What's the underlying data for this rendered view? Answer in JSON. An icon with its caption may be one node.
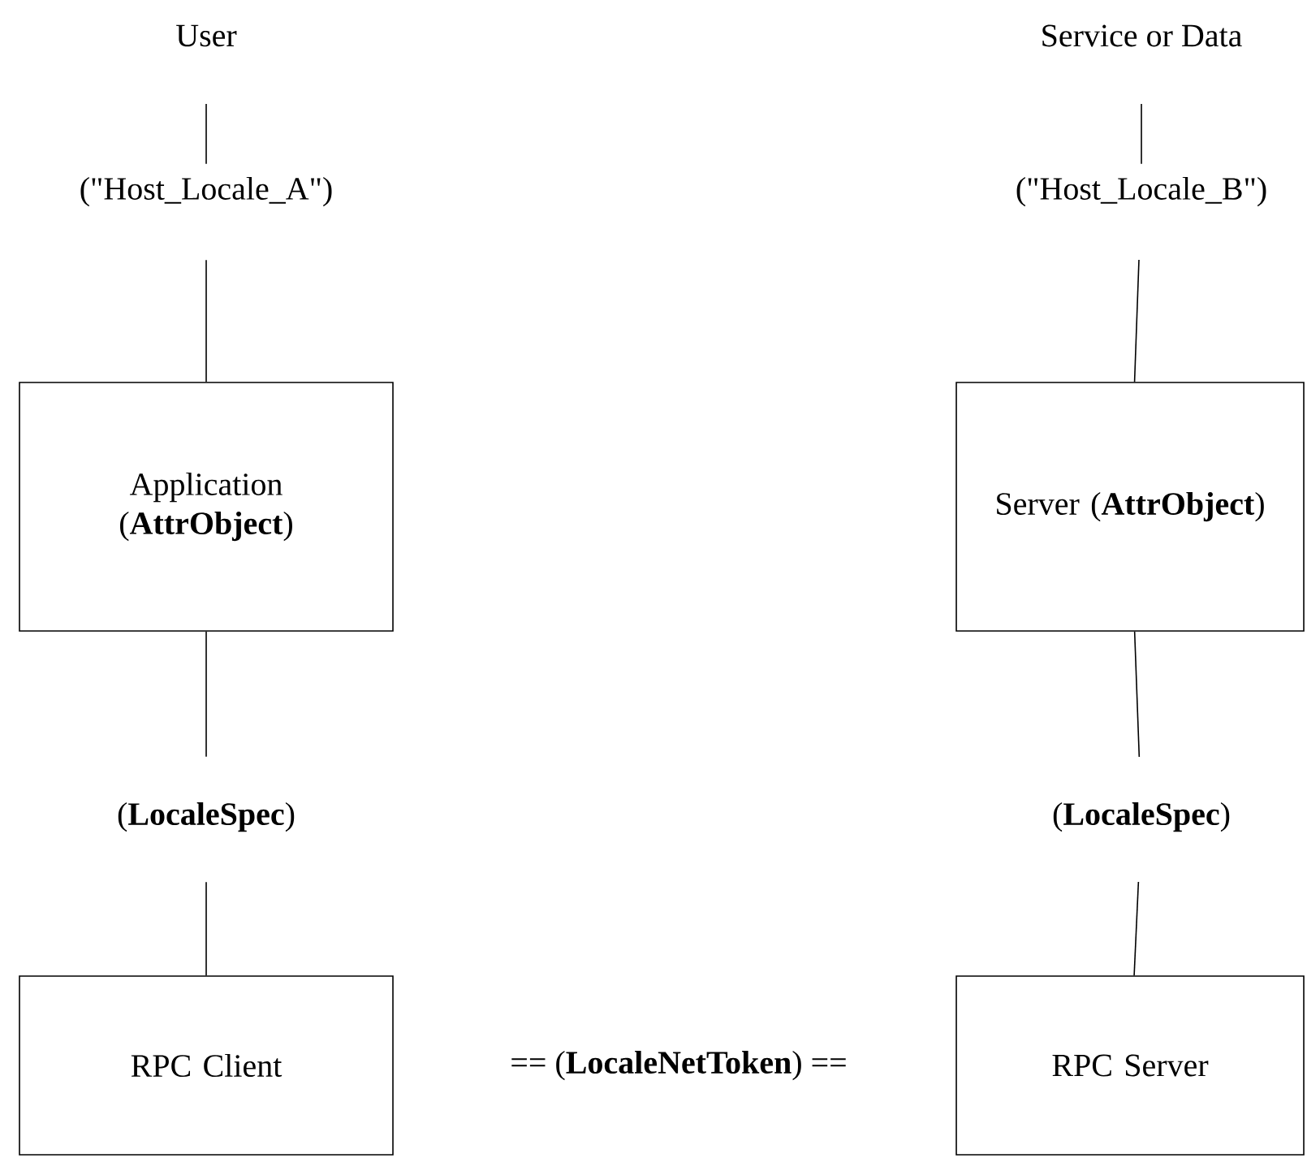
{
  "diagram": {
    "nodes": [
      {
        "text": [
          "User"
        ]
      },
      {
        "text": [
          "(\"Host_Locale_A\")"
        ]
      },
      {
        "text": [
          "Application (**AttrObject**)"
        ]
      },
      {
        "text": [
          "(**LocaleSpec**)"
        ]
      },
      {
        "text": [
          "RPC Client"
        ]
      },
      {
        "text": [
          "Service or Data"
        ]
      },
      {
        "text": [
          "(\"Host_Locale_B\")"
        ]
      },
      {
        "text": [
          "Server (**AttrObject**)"
        ]
      },
      {
        "text": [
          "(**LocaleSpec**)"
        ]
      },
      {
        "text": [
          "RPC Server"
        ]
      }
    ],
    "edges": [
      {
        "from": 0,
        "to": 1,
        "arrow": "none"
      },
      {
        "from": 1,
        "to": 2,
        "arrow": "none"
      },
      {
        "from": 2,
        "to": 3,
        "arrow": "none"
      },
      {
        "from": 3,
        "to": 4,
        "arrow": "none"
      },
      {
        "from": 5,
        "to": 6,
        "arrow": "none"
      },
      {
        "from": 6,
        "to": 7,
        "arrow": "none"
      },
      {
        "from": 7,
        "to": 8,
        "arrow": "none"
      },
      {
        "from": 8,
        "to": 9,
        "arrow": "none"
      }
    ],
    "labels": [
      "== (**LocaleNetToken**) =="
    ]
  }
}
